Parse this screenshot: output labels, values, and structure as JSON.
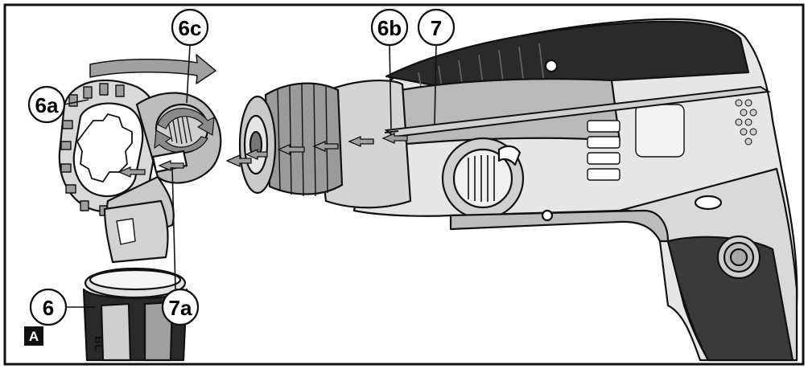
{
  "figure": {
    "letter": "A",
    "colors": {
      "line": "#111111",
      "grey_light": "#d7d7d7",
      "grey_mid": "#a8a8a8",
      "grey_dark": "#6f6f6f",
      "black_part": "#1a1a1a"
    }
  },
  "callouts": {
    "c6": "6",
    "c6a": "6a",
    "c6b": "6b",
    "c6c": "6c",
    "c7": "7",
    "c7a": "7a"
  },
  "brand_text": "BL"
}
